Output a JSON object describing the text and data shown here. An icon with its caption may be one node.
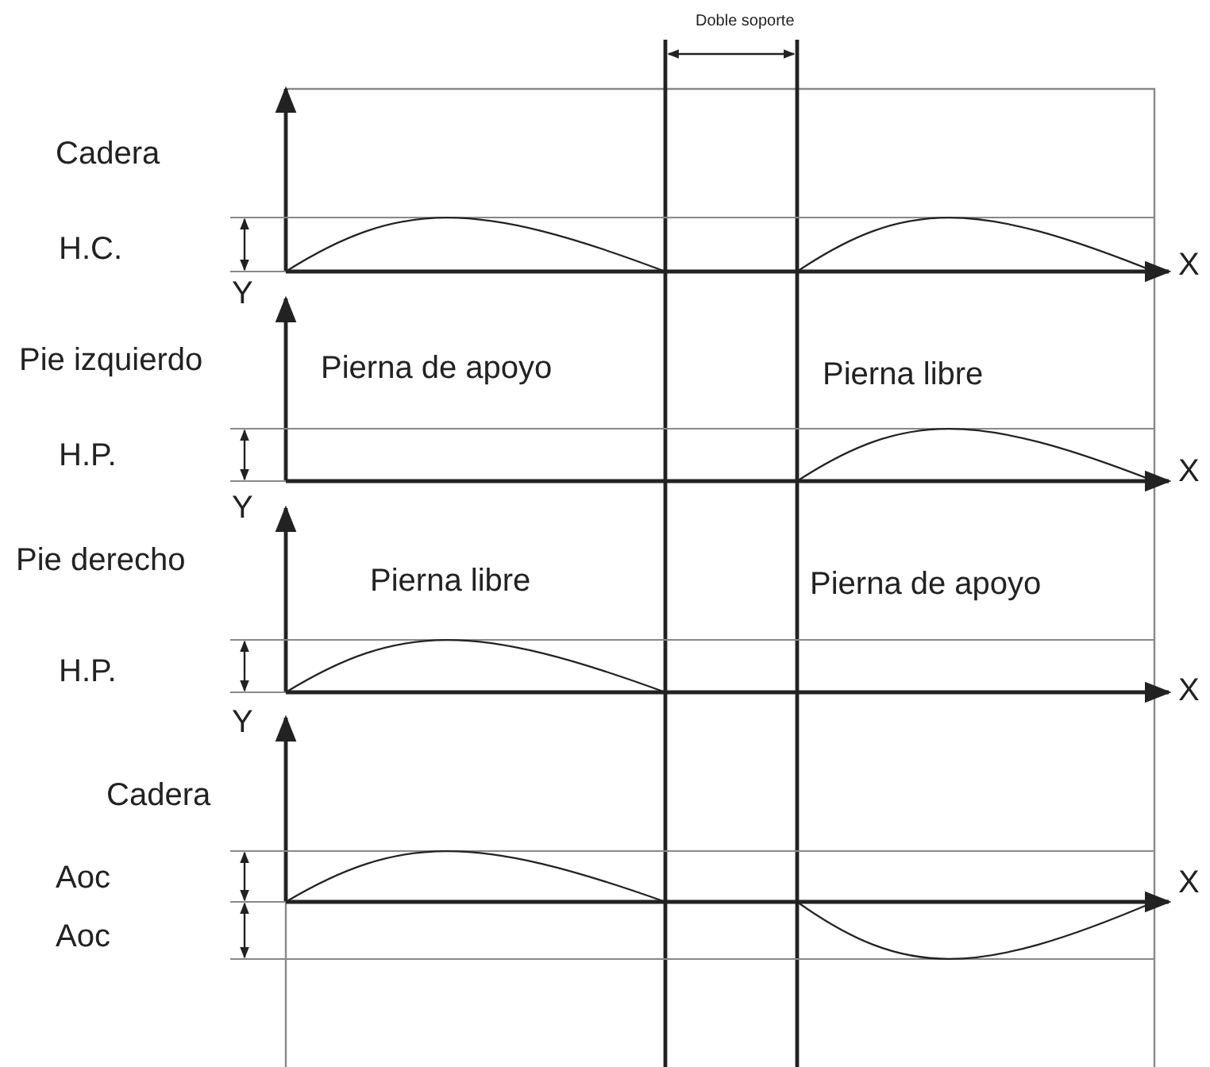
{
  "diagram": {
    "labels": [
      "Doble soporte",
      "Cadera",
      "H.C.",
      "X",
      "Y",
      "Pie izquierdo",
      "Pierna de apoyo",
      "Pierna libre",
      "H.P.",
      "X",
      "Y",
      "Pie derecho",
      "Pierna libre",
      "Pierna de apoyo",
      "H.P.",
      "X",
      "Y",
      "Cadera",
      "Aoc",
      "X",
      "Aoc"
    ]
  }
}
